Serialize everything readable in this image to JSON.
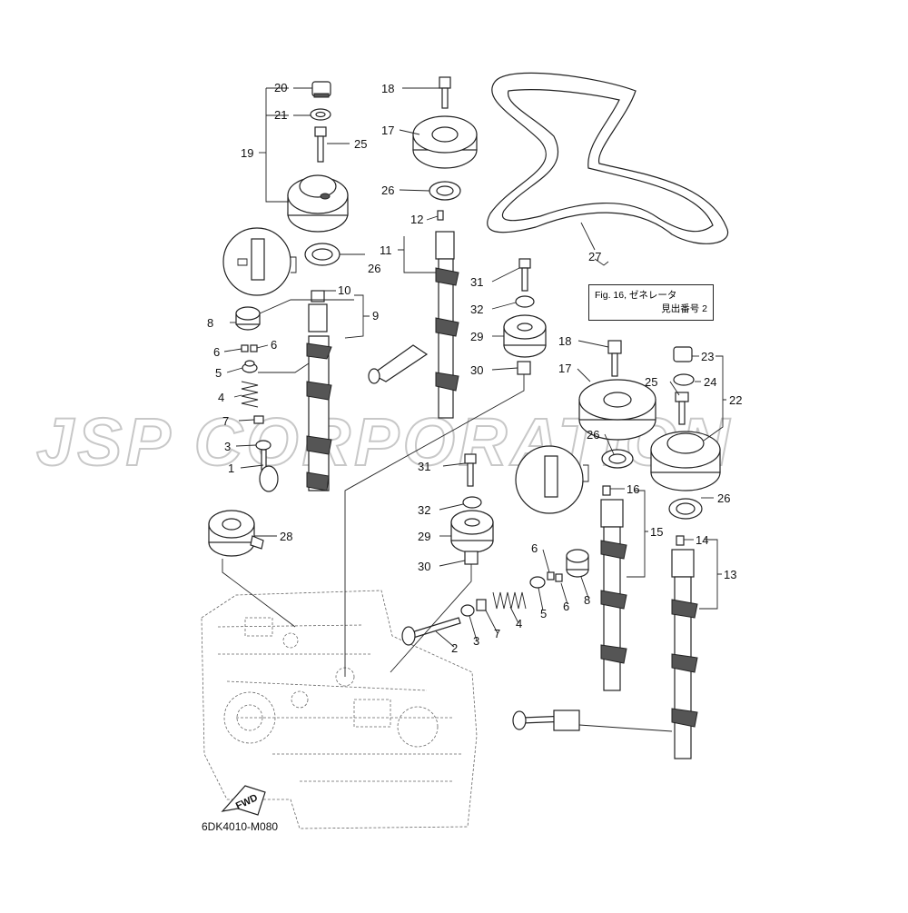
{
  "watermark": "JSP CORPORATION",
  "diagram_code": "6DK4010-M080",
  "fwd_label": "FWD",
  "reference_box": {
    "line1": "Fig. 16, ゼネレータ",
    "line2": "見出番号 2"
  },
  "callouts": {
    "c1": "1",
    "c2": "2",
    "c3a": "3",
    "c3b": "3",
    "c4a": "4",
    "c4b": "4",
    "c5a": "5",
    "c5b": "5",
    "c6a": "6",
    "c6b": "6",
    "c6c": "6",
    "c6d": "6",
    "c7a": "7",
    "c7b": "7",
    "c8a": "8",
    "c8b": "8",
    "c9": "9",
    "c10": "10",
    "c11": "11",
    "c12": "12",
    "c13": "13",
    "c14": "14",
    "c15": "15",
    "c16": "16",
    "c17a": "17",
    "c17b": "17",
    "c18a": "18",
    "c18b": "18",
    "c19": "19",
    "c20": "20",
    "c21": "21",
    "c22": "22",
    "c23": "23",
    "c24": "24",
    "c25a": "25",
    "c25b": "25",
    "c26a": "26",
    "c26b": "26",
    "c26c": "26",
    "c26d": "26",
    "c27": "27",
    "c28": "28",
    "c29a": "29",
    "c29b": "29",
    "c30a": "30",
    "c30b": "30",
    "c31a": "31",
    "c31b": "31",
    "c32a": "32",
    "c32b": "32"
  }
}
